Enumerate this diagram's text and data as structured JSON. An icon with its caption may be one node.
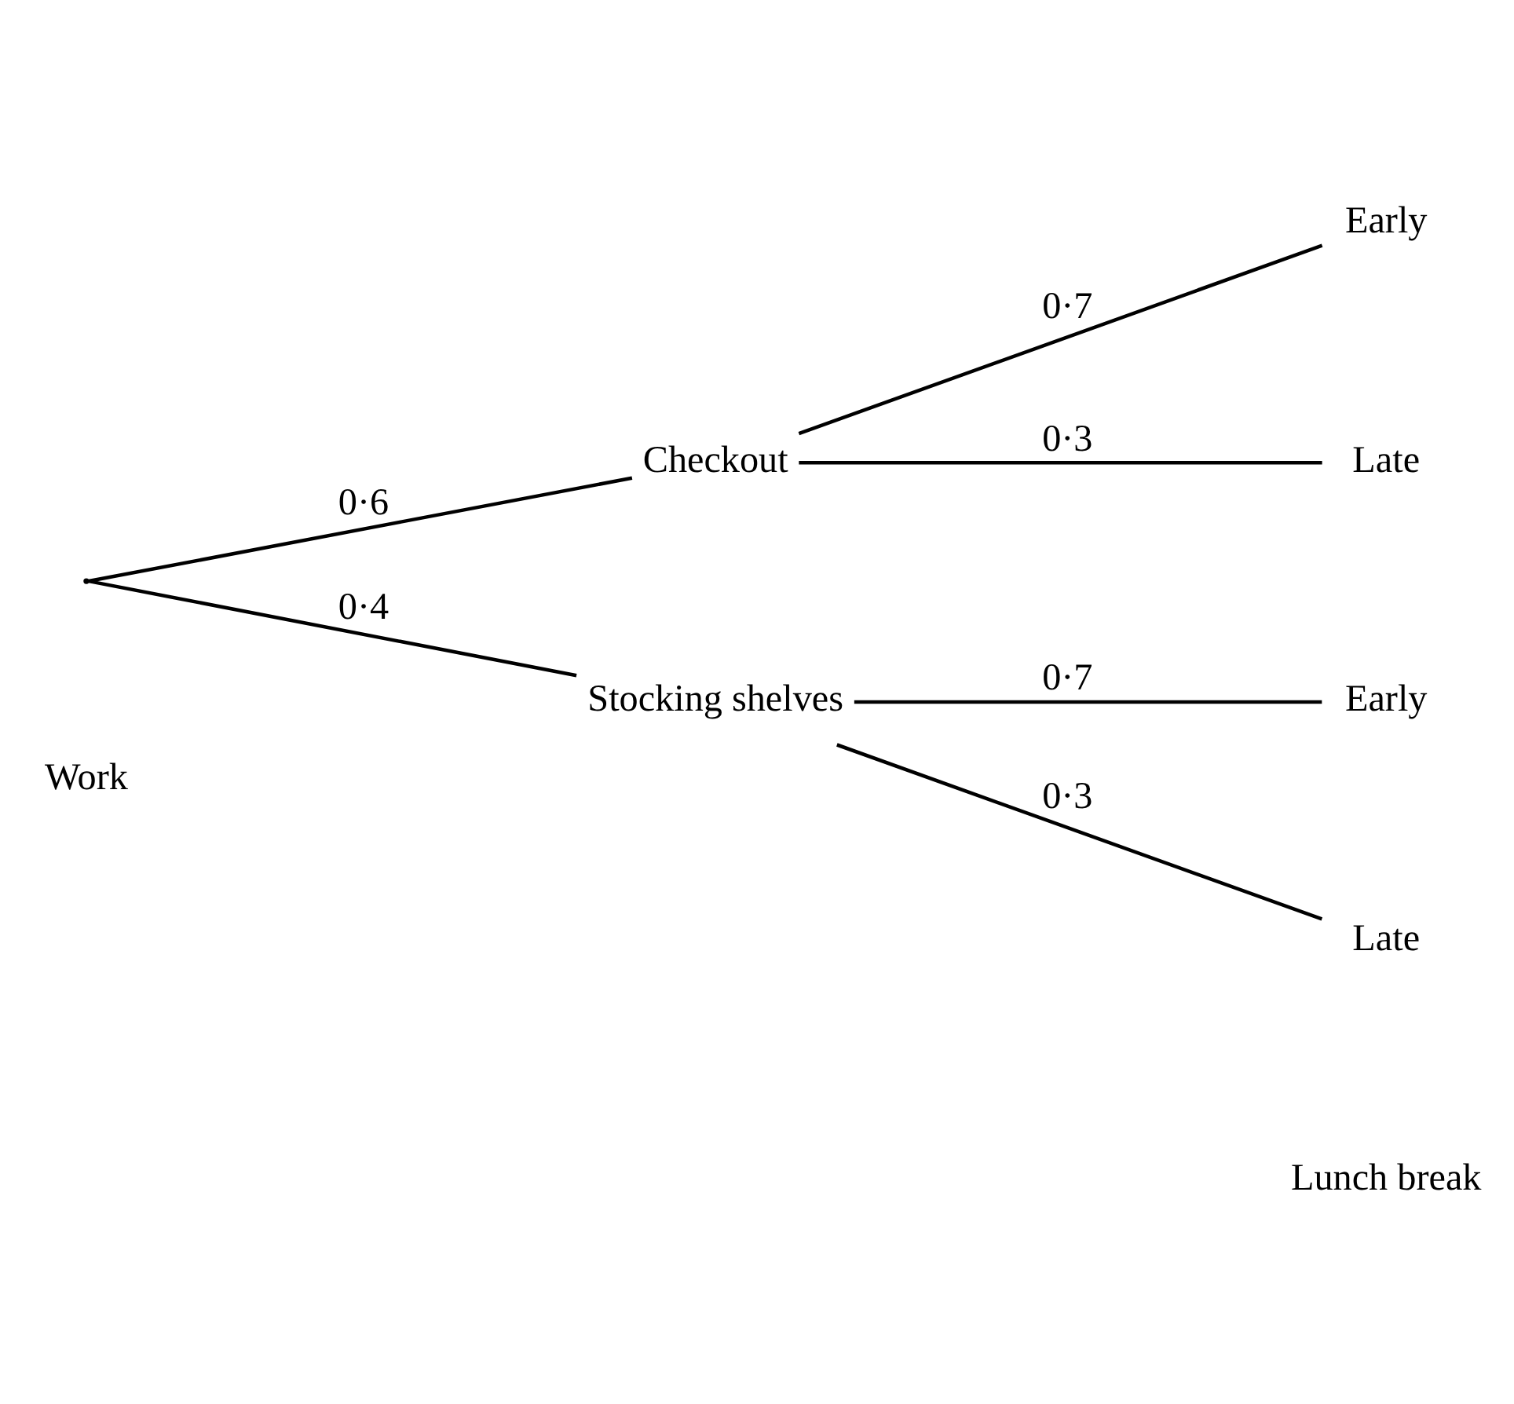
{
  "diagram": {
    "nodes": [
      {
        "text": [],
        "shape": "point"
      },
      {
        "text": [
          "Checkout"
        ]
      },
      {
        "text": [
          "Stocking shelves"
        ]
      },
      {
        "text": [
          "Early"
        ]
      },
      {
        "text": [
          "Late"
        ]
      },
      {
        "text": [
          "Early"
        ]
      },
      {
        "text": [
          "Late"
        ]
      }
    ],
    "edges": [
      {
        "from": 0,
        "to": 1,
        "arrow": "none",
        "label": "0·6"
      },
      {
        "from": 0,
        "to": 2,
        "arrow": "none",
        "label": "0·4"
      },
      {
        "from": 1,
        "to": 3,
        "arrow": "none",
        "label": "0·7"
      },
      {
        "from": 1,
        "to": 4,
        "arrow": "none",
        "label": "0·3"
      },
      {
        "from": 2,
        "to": 5,
        "arrow": "none",
        "label": "0·7"
      },
      {
        "from": 2,
        "to": 6,
        "arrow": "none",
        "label": "0·3"
      }
    ],
    "labels": [
      "Work",
      "Lunch break"
    ]
  }
}
